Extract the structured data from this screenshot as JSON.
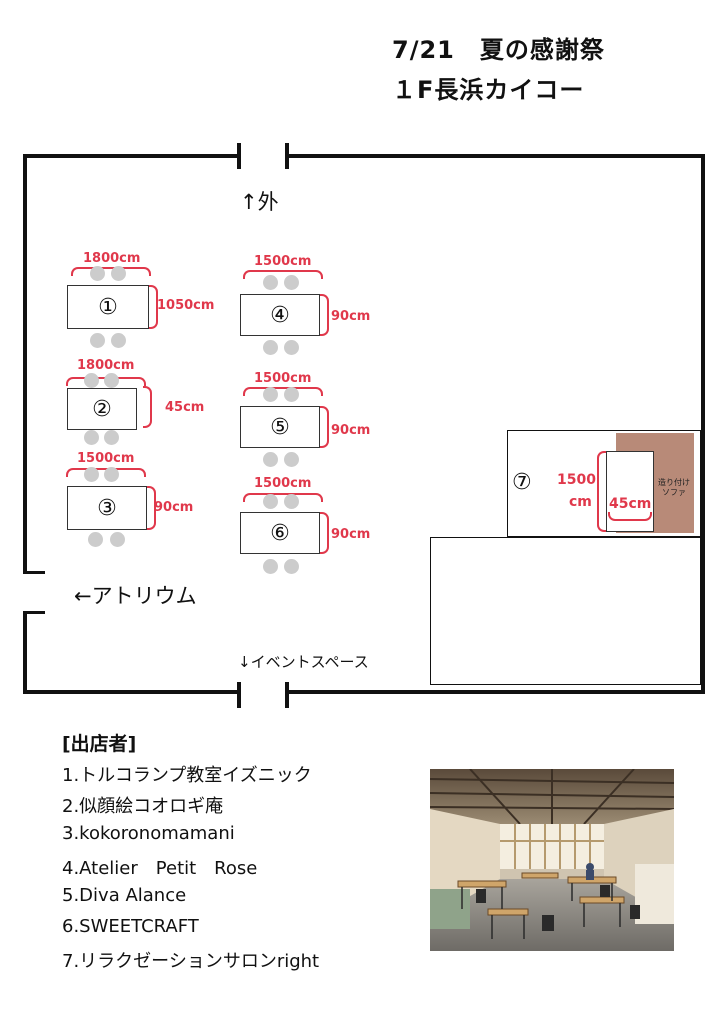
{
  "header": {
    "title_line1": "7/21　夏の感謝祭",
    "title_line2": "１F長浜カイコー"
  },
  "map": {
    "outside_label": "↑外",
    "atrium_label": "←アトリウム",
    "event_space_label": "↓イベントスペース",
    "tables": [
      {
        "number": "①",
        "width_label": "1800cm",
        "depth_label": "1050cm"
      },
      {
        "number": "②",
        "width_label": "1800cm",
        "depth_label": "45cm"
      },
      {
        "number": "③",
        "width_label": "1500cm",
        "depth_label": "90cm"
      },
      {
        "number": "④",
        "width_label": "1500cm",
        "depth_label": "90cm"
      },
      {
        "number": "⑤",
        "width_label": "1500cm",
        "depth_label": "90cm"
      },
      {
        "number": "⑥",
        "width_label": "1500cm",
        "depth_label": "90cm"
      }
    ],
    "booth7": {
      "number": "⑦",
      "height_label_1": "1500",
      "height_label_2": "cm",
      "width_label": "45cm",
      "sofa_label_1": "造り付け",
      "sofa_label_2": "ソファ"
    }
  },
  "exhibitors": {
    "heading": "[出店者]",
    "items": [
      "1.トルコランプ教室イズニック",
      "2.似顔絵コオロギ庵",
      "3.kokoronomamani",
      "4.Atelier　Petit　Rose",
      "5.Diva Alance",
      "6.SWEETCRAFT",
      "7.リラクゼーションサロンright"
    ]
  },
  "colors": {
    "dimension": "#e0384b",
    "sofa": "#b88a78",
    "chair": "#cccccc"
  }
}
